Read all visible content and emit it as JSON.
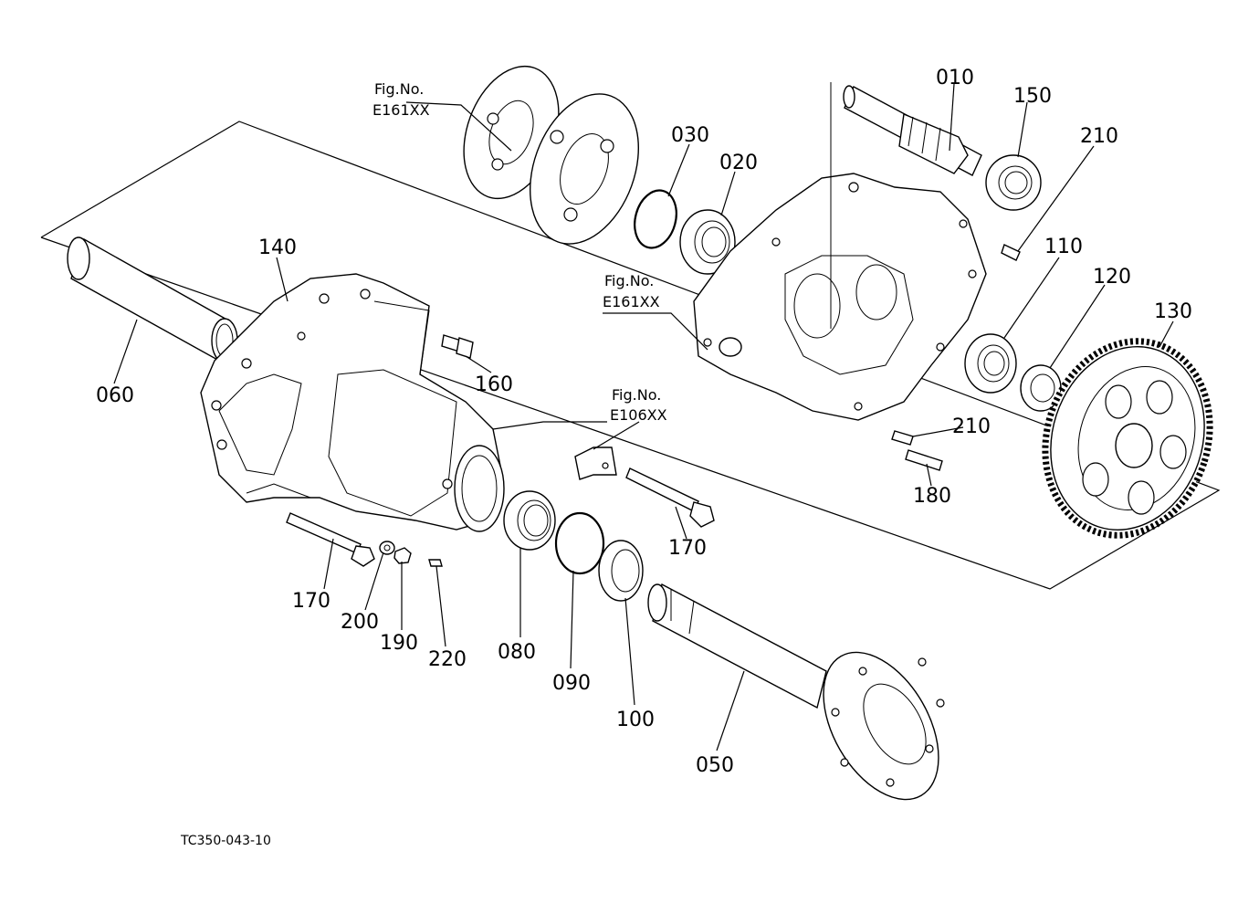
{
  "diagram": {
    "part_labels": [
      "010",
      "150",
      "210",
      "030",
      "020",
      "110",
      "120",
      "130",
      "140",
      "160",
      "060",
      "210",
      "180",
      "170",
      "170",
      "200",
      "190",
      "220",
      "080",
      "090",
      "100",
      "050"
    ],
    "fig_refs": [
      {
        "line1": "Fig.No.",
        "line2": "E161XX"
      },
      {
        "line1": "Fig.No.",
        "line2": "E161XX"
      },
      {
        "line1": "Fig.No.",
        "line2": "E106XX"
      }
    ],
    "drawing_code": "TC350-043-10"
  }
}
